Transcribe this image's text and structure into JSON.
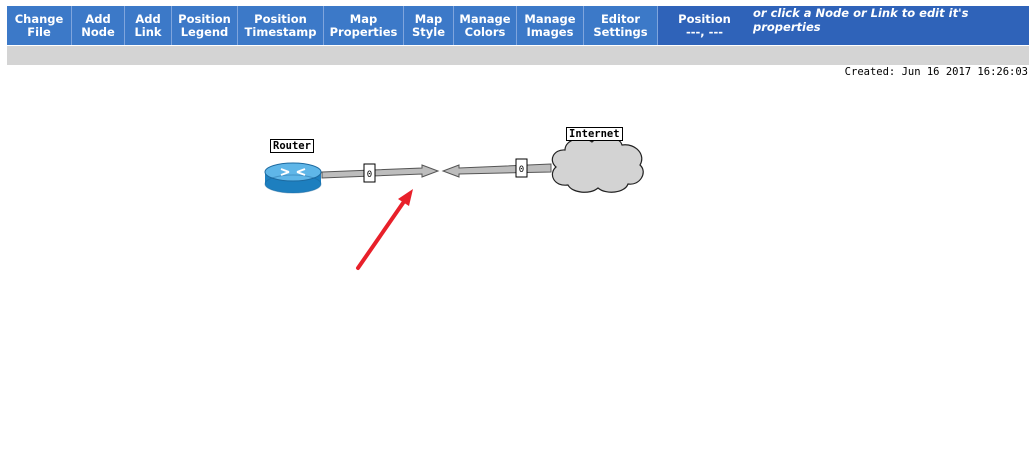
{
  "toolbar": {
    "buttons": [
      {
        "line1": "Change",
        "line2": "File"
      },
      {
        "line1": "Add",
        "line2": "Node"
      },
      {
        "line1": "Add",
        "line2": "Link"
      },
      {
        "line1": "Position",
        "line2": "Legend"
      },
      {
        "line1": "Position",
        "line2": "Timestamp"
      },
      {
        "line1": "Map",
        "line2": "Properties"
      },
      {
        "line1": "Map",
        "line2": "Style"
      },
      {
        "line1": "Manage",
        "line2": "Colors"
      },
      {
        "line1": "Manage",
        "line2": "Images"
      },
      {
        "line1": "Editor",
        "line2": "Settings"
      }
    ],
    "position_label": "Position",
    "position_value": "---, ---",
    "hint": "or click a Node or Link to edit it's properties"
  },
  "map": {
    "created": "Created: Jun 16 2017 16:26:03",
    "nodes": {
      "router": "Router",
      "internet": "Internet"
    },
    "links": {
      "in_value": "0",
      "out_value": "0"
    }
  },
  "colors": {
    "toolbar_bg": "#2f63b9",
    "button_bg": "#3c79c8",
    "arrow_annotation": "#e8202a"
  }
}
